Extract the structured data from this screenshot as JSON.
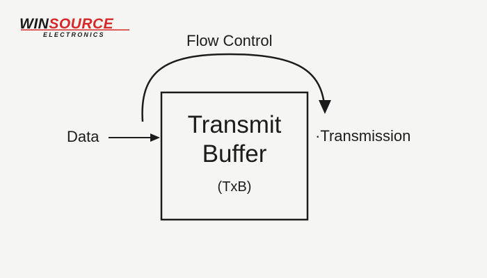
{
  "logo": {
    "brand_part1": "WIN",
    "brand_part2": "SOURCE",
    "subtitle": "ELECTRONICS",
    "accent_color": "#d62828"
  },
  "diagram": {
    "flow_control_label": "Flow Control",
    "input_label": "Data",
    "output_label": "·Transmission",
    "box": {
      "line1": "Transmit",
      "line2": "Buffer",
      "line3": "(TxB)"
    }
  }
}
